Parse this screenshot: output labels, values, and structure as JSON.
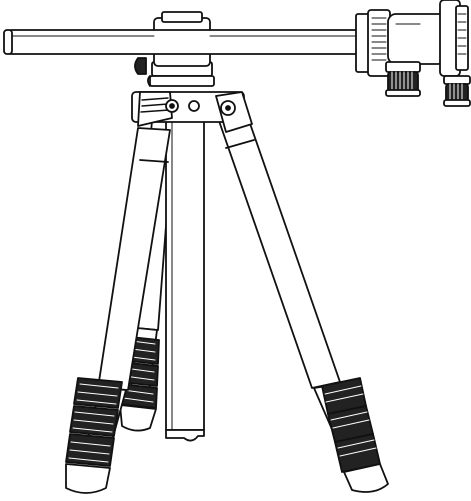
{
  "illustration": {
    "subject": "tripod-with-horizontal-center-column-and-ball-head",
    "style": "black line drawing on white background",
    "line_color": "#111111",
    "fill_color": "#ffffff",
    "grip_color": "#222222",
    "background_color": "#ffffff",
    "leg_count": 3,
    "grip_sections_per_leg": 3
  }
}
